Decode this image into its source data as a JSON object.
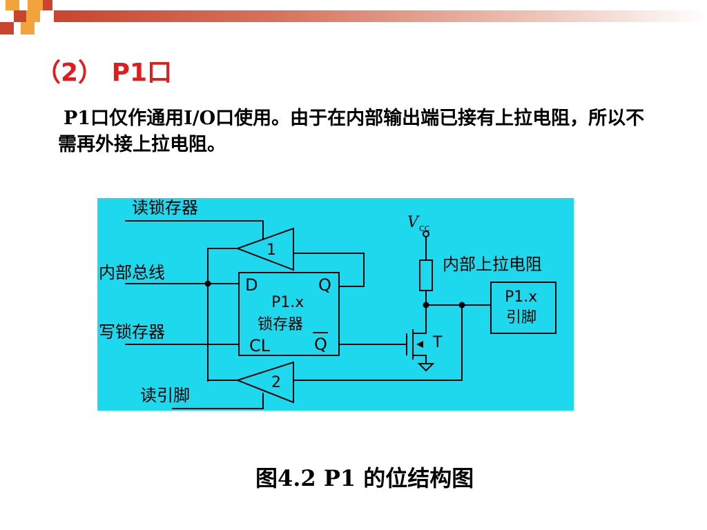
{
  "colors": {
    "title": "#e31b1b",
    "diagram_bg": "#1ed9ee",
    "deco_orange": "#f2a43b",
    "deco_red": "#c9452e"
  },
  "title": "（2） P1口",
  "paragraph": "P1口仅作通用I/O口使用。由于在内部输出端已接有上拉电阻，所以不需再外接上拉电阻。",
  "diagram": {
    "read_latch": "读锁存器",
    "internal_bus": "内部总线",
    "write_latch": "写锁存器",
    "read_pin": "读引脚",
    "buffer1": "1",
    "buffer2": "2",
    "latch_d": "D",
    "latch_q": "Q",
    "latch_name": "P1.x",
    "latch_sub": "锁存器",
    "latch_cl": "CL",
    "latch_qbar": "Q",
    "vcc_v": "V",
    "vcc_cc": "CC",
    "pullup_label": "内部上拉电阻",
    "transistor": "T",
    "pin_name": "P1.x",
    "pin_sub": "引脚"
  },
  "caption": "图4.2  P1 的位结构图"
}
